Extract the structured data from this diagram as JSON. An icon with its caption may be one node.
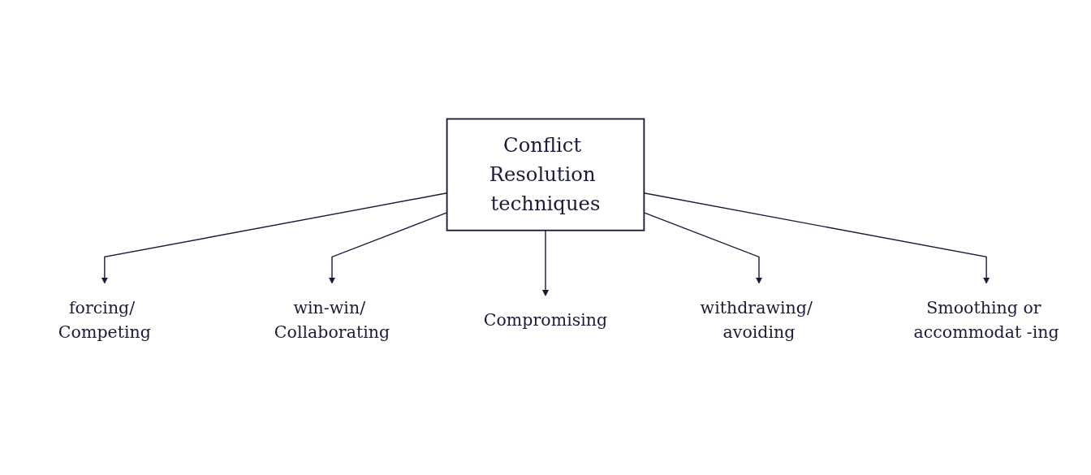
{
  "diagram": {
    "nodes": [
      {
        "text": [
          "Conflict Resolution techniques"
        ]
      },
      {
        "text": [
          "forcing/ Competing"
        ]
      },
      {
        "text": [
          "Compromising"
        ]
      },
      {
        "text": [
          "Smoothing or accommodat -ing"
        ]
      },
      {
        "text": [
          "win-win/ Collaborating"
        ]
      },
      {
        "text": [
          "withdrawing/ avoiding"
        ]
      }
    ],
    "edges": [
      {
        "from": 0,
        "to": 1,
        "arrow": "to"
      },
      {
        "from": 0,
        "to": 4,
        "arrow": "to"
      },
      {
        "from": 0,
        "to": 2,
        "arrow": "to"
      },
      {
        "from": 0,
        "to": 5,
        "arrow": "to"
      },
      {
        "from": 0,
        "to": 3,
        "arrow": "to"
      }
    ]
  }
}
